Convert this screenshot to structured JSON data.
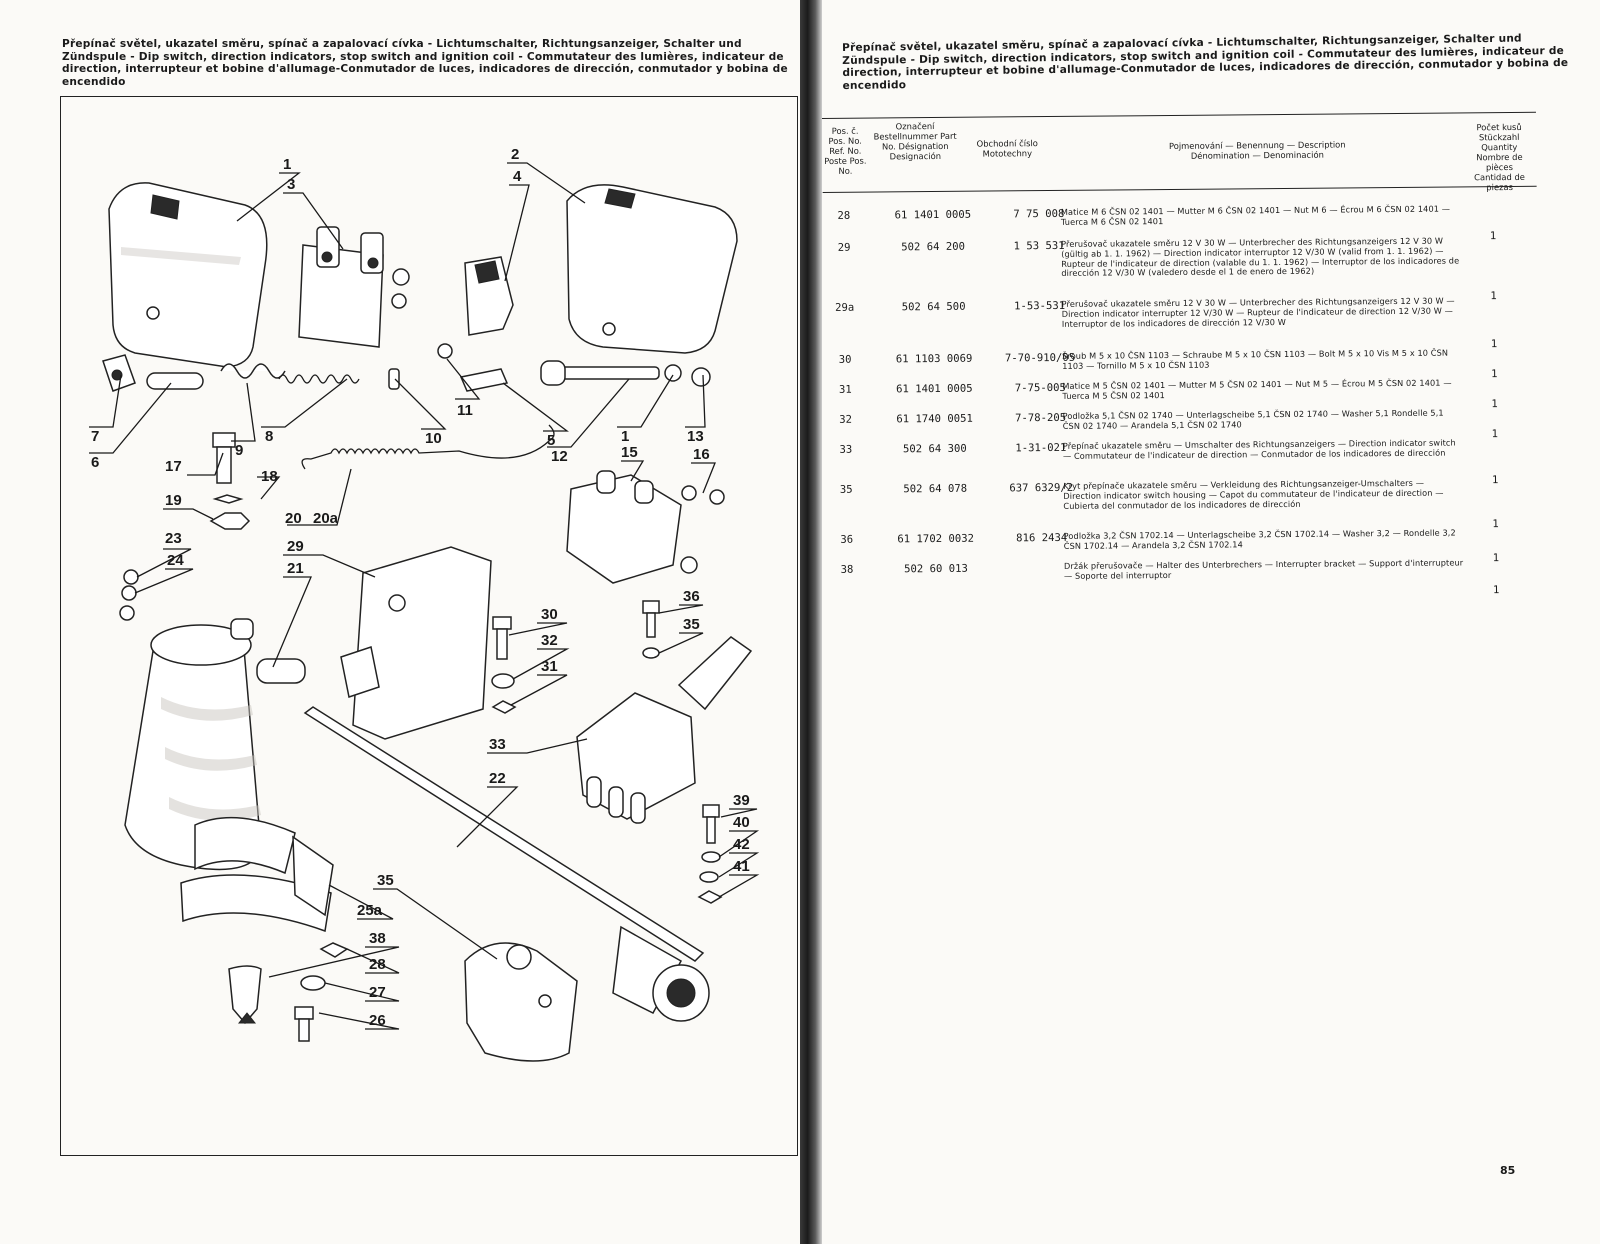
{
  "left_page": {
    "heading": "Přepínač světel, ukazatel směru, spínač a zapalovací cívka - Lichtumschalter, Richtungsanzeiger, Schalter und Zündspule - Dip switch, direction indicators, stop switch and ignition coil - Commutateur des lumières, indicateur de direction, interrupteur et bobine d'allumage-Conmutador de luces, indicadores de dirección, conmutador y bobina de encendido",
    "callouts": [
      "1",
      "3",
      "2",
      "4",
      "7",
      "6",
      "9",
      "8",
      "10",
      "11",
      "5",
      "12",
      "1",
      "13",
      "17",
      "18",
      "19",
      "20",
      "20a",
      "16",
      "15",
      "23",
      "24",
      "29",
      "21",
      "30",
      "32",
      "31",
      "36",
      "35",
      "33",
      "22",
      "39",
      "40",
      "42",
      "41",
      "35",
      "25a",
      "38",
      "28",
      "27",
      "26"
    ]
  },
  "right_page": {
    "heading": "Přepínač světel, ukazatel směru, spínač a zapalovací cívka - Lichtumschalter, Richtungsanzeiger, Schalter und Zündspule - Dip switch, direction indicators, stop switch and ignition coil - Commutateur des lumières, indicateur de direction, interrupteur et bobine d'allumage-Conmutador de luces, indicadores de dirección, conmutador y bobina de encendido",
    "columns": {
      "pos": "Pos. č. Pos. No. Ref. No. Poste Pos. No.",
      "part_no": "Označení Bestellnummer Part No. Désignation Designación",
      "trade_no": "Obchodní číslo Mototechny",
      "description": "Pojmenování — Benennung — Description Dénomination — Denominación",
      "quantity": "Počet kusů Stückzahl Quantity Nombre de pièces Cantidad de piezas"
    },
    "rows": [
      {
        "pos": "28",
        "part_no": "61 1401 0005",
        "trade_no": "7 75 008",
        "description": "Matice M 6 ČSN 02 1401 — Mutter M 6 ČSN 02 1401 — Nut M 6 — Écrou M 6 ČSN 02 1401 — Tuerca M 6 ČSN 02 1401",
        "qty": "1"
      },
      {
        "pos": "29",
        "part_no": "502 64 200",
        "trade_no": "1 53 531",
        "description": "Přerušovač ukazatele směru 12 V 30 W — Unterbrecher des Richtungsanzeigers 12 V 30 W (gültig ab 1. 1. 1962) — Direction indicator interruptor 12 V/30 W (valid from 1. 1. 1962) — Rupteur de l'indicateur de direction (valable du 1. 1. 1962) — Interruptor de los indicadores de dirección 12 V/30 W (valedero desde el 1 de enero de 1962)",
        "qty": "1"
      },
      {
        "pos": "29a",
        "part_no": "502 64 500",
        "trade_no": "1-53-531",
        "description": "Přerušovač ukazatele směru 12 V 30 W — Unterbrecher des Richtungsanzeigers 12 V 30 W — Direction indicator interrupter 12 V/30 W — Rupteur de l'indicateur de direction 12 V/30 W — Interruptor de los indicadores de dirección 12 V/30 W",
        "qty": "1"
      },
      {
        "pos": "30",
        "part_no": "61 1103 0069",
        "trade_no": "7-70-910/05",
        "description": "Šroub M 5 x 10 ČSN 1103 — Schraube M 5 x 10 ČSN 1103 — Bolt M 5 x 10 Vis M 5 x 10 ČSN 1103 — Tornillo M 5 x 10 ČSN 1103",
        "qty": "1"
      },
      {
        "pos": "31",
        "part_no": "61 1401 0005",
        "trade_no": "7-75-005",
        "description": "Matice M 5 ČSN 02 1401 — Mutter M 5 ČSN 02 1401 — Nut M 5 — Écrou M 5 ČSN 02 1401 — Tuerca M 5 ČSN 02 1401",
        "qty": "1"
      },
      {
        "pos": "32",
        "part_no": "61 1740 0051",
        "trade_no": "7-78-205",
        "description": "Podložka 5,1 ČSN 02 1740 — Unterlagscheibe 5,1 ČSN 02 1740 — Washer 5,1 Rondelle 5,1 ČSN 02 1740 — Arandela 5,1 ČSN 02 1740",
        "qty": "1"
      },
      {
        "pos": "33",
        "part_no": "502 64 300",
        "trade_no": "1-31-021",
        "description": "Přepínač ukazatele směru — Umschalter des Richtungsanzeigers — Direction indicator switch — Commutateur de l'indicateur de direction — Conmutador de los indicadores de dirección",
        "qty": "1"
      },
      {
        "pos": "35",
        "part_no": "502 64 078",
        "trade_no": "637 6329/2",
        "description": "Kryt přepínače ukazatele směru — Verkleidung des Richtungsanzeiger-Umschalters — Direction indicator switch housing — Capot du commutateur de l'indicateur de direction — Cubierta del conmutador de los indicadores de dirección",
        "qty": "1"
      },
      {
        "pos": "36",
        "part_no": "61 1702 0032",
        "trade_no": "816 2434",
        "description": "Podložka 3,2 ČSN 1702.14 — Unterlagscheibe 3,2 ČSN 1702.14 — Washer 3,2 — Rondelle 3,2 ČSN 1702.14 — Arandela 3,2 ČSN 1702.14",
        "qty": "1"
      },
      {
        "pos": "38",
        "part_no": "502 60 013",
        "trade_no": "",
        "description": "Držák přerušovače — Halter des Unterbrechers — Interrupter bracket — Support d'interrupteur — Soporte del interruptor",
        "qty": "1"
      }
    ],
    "page_number": "85"
  }
}
